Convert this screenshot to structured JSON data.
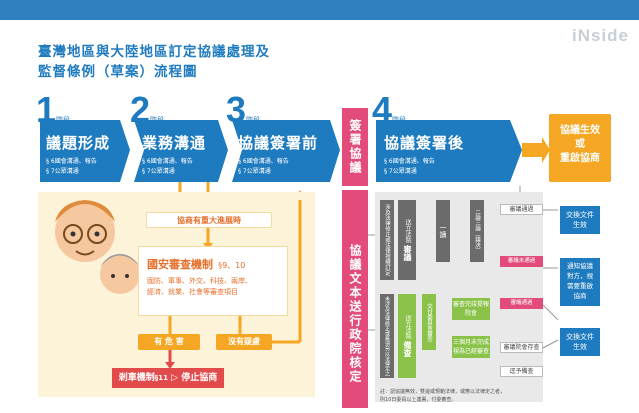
{
  "watermark": "iNside",
  "title": {
    "line1": "臺灣地區與大陸地區訂定協議處理及",
    "line2": "監督條例（草案）流程圖"
  },
  "stages": [
    {
      "num": "1",
      "tag": "階段",
      "head": "議題形成",
      "note1": "§ 6國會溝通、報告",
      "note2": "§ 7公眾溝通"
    },
    {
      "num": "2",
      "tag": "階段",
      "head": "業務溝通",
      "note1": "§ 6國會溝通、報告",
      "note2": "§ 7公眾溝通"
    },
    {
      "num": "3",
      "tag": "階段",
      "head": "協議簽署前",
      "note1": "§ 6國會溝通、報告",
      "note2": "§ 7公眾溝通"
    },
    {
      "num": "4",
      "tag": "階段",
      "head": "協議簽署後",
      "note1": "§ 6國會溝通、報告",
      "note2": "§ 7公眾溝通"
    }
  ],
  "sign_label": "簽署協議",
  "send_label": "協議文本送行政院核定",
  "effect_label": {
    "line1": "協議生效",
    "line2": "或",
    "line3": "重啟協商"
  },
  "left": {
    "major": "協商有重大進展時",
    "sec_title": "國安審查機制",
    "sec_section": "§9、10",
    "sec_line1": "國防、軍事、外交、科技、兩岸、",
    "sec_line2": "經濟、就業、社會等審查項目",
    "harm": "有 危 害",
    "noharm": "沒有疑慮",
    "brake": "剎車機制",
    "brake_section": "§11",
    "brake_tail": "停止協商"
  },
  "right": {
    "nonlaw_label": "涉及法律修正或法律授權訂定",
    "nonlaw_send": "送立法院",
    "review": "審議",
    "yidu": "一讀",
    "erdu": "二讀三讀（議決）",
    "pass1": "審議通過",
    "fail1": "審議未通過",
    "law_label": "未涉及法律修正或無須另以法律定之",
    "law_send": "送立法院",
    "record": "備查",
    "committee": "交付委員會審查",
    "committee_pass": "審查完竣提報院會",
    "three_months": "三個月未完成視為已經審查",
    "pass2": "審議通過",
    "dissent": "審議院會存查",
    "deem": "逕予備查",
    "effect1": {
      "line1": "交換文件",
      "line2": "生效"
    },
    "renegotiate": {
      "line1": "通知協議",
      "line2": "對方，視",
      "line3": "需要重啟",
      "line4": "協商"
    },
    "effect2": {
      "line1": "交換文件",
      "line2": "生效"
    },
    "footnote1": "註：認協議無效，雙邊或規範法律，或應以法律定之者，",
    "footnote2": "則10日委員以上連署，付委審查。"
  },
  "colors": {
    "blue": "#1f7bbf",
    "orange": "#f5a623",
    "pink": "#e24b7a",
    "green": "#8bc34a",
    "gray": "#6b6b6b",
    "red": "#e24b4b"
  }
}
